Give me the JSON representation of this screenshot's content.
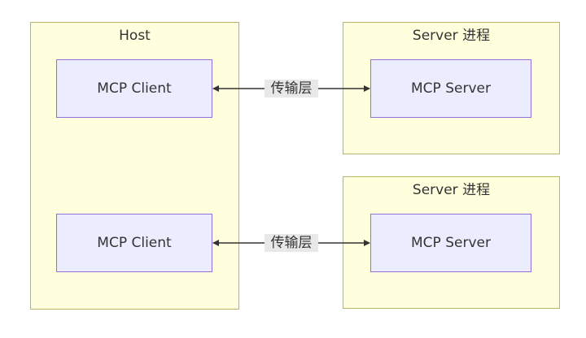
{
  "colors": {
    "group_fill": "#ffffdd",
    "group_border": "#b7b66c",
    "node_fill": "#ececff",
    "node_border": "#9370db",
    "edge": "#333333",
    "edge_label_bg": "#e8e8e8"
  },
  "host": {
    "title": "Host",
    "clients": [
      {
        "label": "MCP Client"
      },
      {
        "label": "MCP Client"
      }
    ]
  },
  "servers": [
    {
      "title": "Server 进程",
      "node_label": "MCP Server"
    },
    {
      "title": "Server 进程",
      "node_label": "MCP Server"
    }
  ],
  "edges": [
    {
      "label": "传输层",
      "direction": "bidirectional"
    },
    {
      "label": "传输层",
      "direction": "bidirectional"
    }
  ]
}
